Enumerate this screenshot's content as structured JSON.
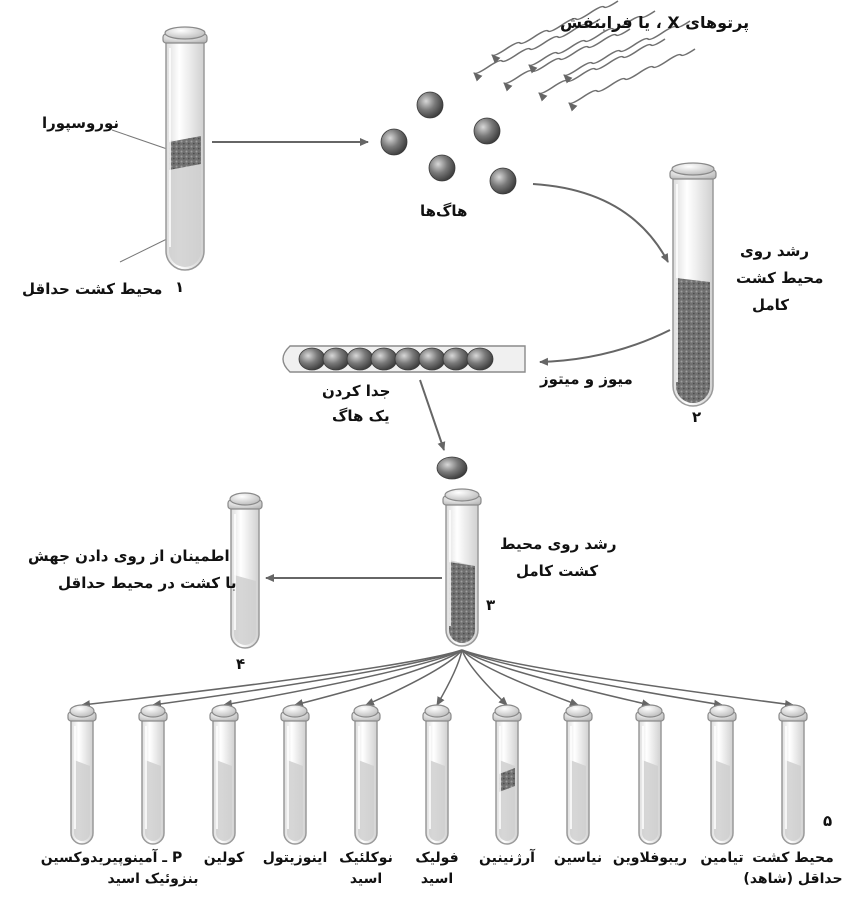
{
  "labels": {
    "xray": "پرتوهای X ، یا فرابنفش",
    "neurospora": "نوروسپورا",
    "minimal_medium": "محیط کشت حداقل",
    "spores": "هاگ‌ها",
    "growth_complete_top": "رشد روی",
    "growth_complete_mid": "محیط کشت",
    "growth_complete_bot": "کامل",
    "meiosis": "میوز و میتوز",
    "isolate_1": "جدا کردن",
    "isolate_2": "یک هاگ",
    "growth_complete3_1": "رشد روی محیط",
    "growth_complete3_2": "کشت کامل",
    "confirm_1": "اطمینان از روی دادن جهش",
    "confirm_2": "با کشت در محیط حداقل"
  },
  "step_numbers": {
    "n1": "۱",
    "n2": "۲",
    "n3": "۳",
    "n4": "۴",
    "n5": "۵"
  },
  "bottom_tubes": [
    {
      "line1": "محیط کشت",
      "line2": "حداقل (شاهد)",
      "growth": false
    },
    {
      "line1": "تیامین",
      "line2": "",
      "growth": false
    },
    {
      "line1": "ریبوفلاوین",
      "line2": "",
      "growth": false
    },
    {
      "line1": "نیاسین",
      "line2": "",
      "growth": false
    },
    {
      "line1": "آرژنینین",
      "line2": "",
      "growth": true
    },
    {
      "line1": "فولیک",
      "line2": "اسید",
      "growth": false
    },
    {
      "line1": "نوکلئیک",
      "line2": "اسید",
      "growth": false
    },
    {
      "line1": "اینوزیتول",
      "line2": "",
      "growth": false
    },
    {
      "line1": "کولین",
      "line2": "",
      "growth": false
    },
    {
      "line1": "P ـ آمینو",
      "line2": "بنزوئیک اسید",
      "growth": false
    },
    {
      "line1": "پیریدوکسین",
      "line2": "",
      "growth": false
    }
  ],
  "colors": {
    "tube_glass": "#f4f4f4",
    "tube_outline": "#9a9a9a",
    "medium": "#cfcfcf",
    "growth": "#4a4a4a",
    "spore": "#5a5a5a",
    "arrow": "#666666"
  }
}
